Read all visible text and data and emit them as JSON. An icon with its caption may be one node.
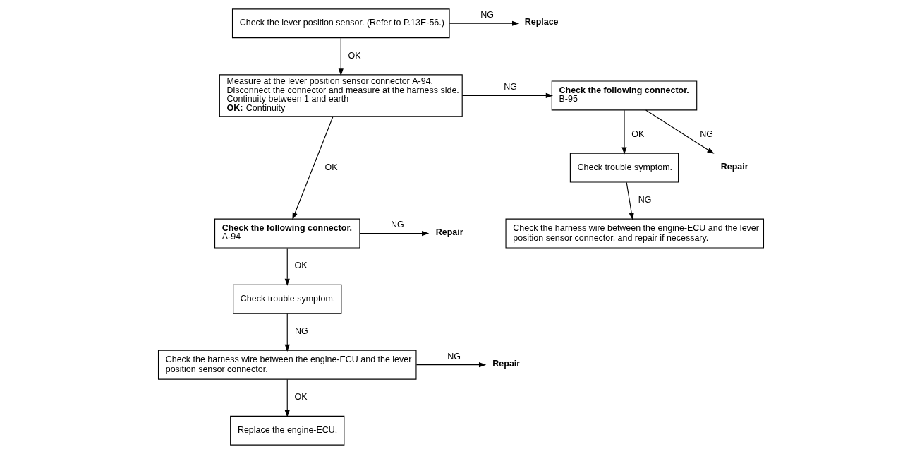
{
  "diagram": {
    "nodes": [
      {
        "text": [
          "Check the lever position sensor. (Refer to P.13E-56.)"
        ]
      },
      {
        "text": [
          "Replace"
        ]
      },
      {
        "text": [
          "Measure at the lever position sensor connector A-94.",
          "Disconnect the connector and measure at the harness side.",
          "Continuity between 1 and earth",
          "**OK:** Continuity"
        ]
      },
      {
        "text": [
          "**Check the following connector.**",
          "B-95"
        ]
      },
      {
        "text": [
          "Check trouble symptom."
        ]
      },
      {
        "text": [
          "Repair"
        ]
      },
      {
        "text": [
          "Check the harness wire between the engine-ECU and the lever position sensor connector, and repair if necessary."
        ]
      },
      {
        "text": [
          "**Check the following connector.**",
          "A-94"
        ]
      },
      {
        "text": [
          "Repair"
        ]
      },
      {
        "text": [
          "Check trouble symptom."
        ]
      },
      {
        "text": [
          "Check the harness wire between the engine-ECU and the lever position sensor connector."
        ]
      },
      {
        "text": [
          "Repair"
        ]
      },
      {
        "text": [
          "Replace the engine-ECU."
        ]
      }
    ],
    "edges": [
      {
        "from": 0,
        "to": 1,
        "arrow": "to",
        "label": "NG"
      },
      {
        "from": 0,
        "to": 2,
        "arrow": "to",
        "label": "OK"
      },
      {
        "from": 2,
        "to": 3,
        "arrow": "to",
        "label": "NG"
      },
      {
        "from": 2,
        "to": 7,
        "arrow": "to",
        "label": "OK"
      },
      {
        "from": 3,
        "to": 4,
        "arrow": "to",
        "label": "OK"
      },
      {
        "from": 3,
        "to": 5,
        "arrow": "to",
        "label": "NG"
      },
      {
        "from": 4,
        "to": 6,
        "arrow": "to",
        "label": "NG"
      },
      {
        "from": 7,
        "to": 8,
        "arrow": "to",
        "label": "NG"
      },
      {
        "from": 7,
        "to": 9,
        "arrow": "to",
        "label": "OK"
      },
      {
        "from": 9,
        "to": 10,
        "arrow": "to",
        "label": "NG"
      },
      {
        "from": 10,
        "to": 11,
        "arrow": "to",
        "label": "NG"
      },
      {
        "from": 10,
        "to": 12,
        "arrow": "to",
        "label": "OK"
      }
    ]
  }
}
